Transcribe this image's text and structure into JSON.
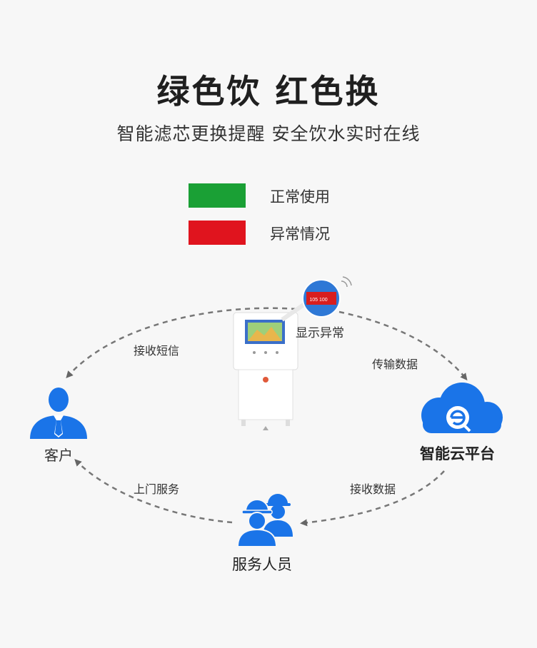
{
  "header": {
    "title": "绿色饮 红色换",
    "subtitle": "智能滤芯更换提醒 安全饮水实时在线"
  },
  "legend": {
    "items": [
      {
        "label": "正常使用",
        "color": "#1aa035"
      },
      {
        "label": "异常情况",
        "color": "#e0141e"
      }
    ]
  },
  "diagram": {
    "device_screen_text": "105 100",
    "device_label": "显示异常",
    "edges": {
      "device_to_customer": "接收短信",
      "device_to_cloud": "传输数据",
      "cloud_to_staff": "接收数据",
      "staff_to_customer": "上门服务"
    },
    "nodes": {
      "customer": "客户",
      "cloud": "智能云平台",
      "staff": "服务人员"
    },
    "colors": {
      "accent_blue": "#1a74e8",
      "dashed_line": "#777777"
    }
  }
}
